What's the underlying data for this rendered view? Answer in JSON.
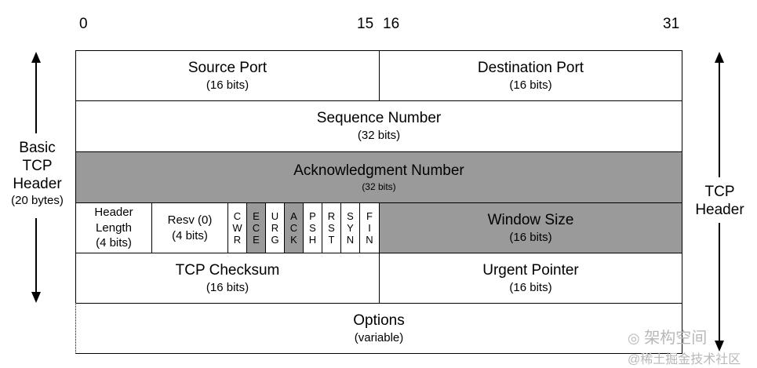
{
  "bit_numbers": {
    "b0": "0",
    "b15": "15",
    "b16": "16",
    "b31": "31"
  },
  "left_label": {
    "line1": "Basic",
    "line2": "TCP",
    "line3": "Header",
    "line4": "(20 bytes)"
  },
  "right_label": {
    "line1": "TCP",
    "line2": "Header"
  },
  "header": {
    "source_port": {
      "name": "Source Port",
      "size": "(16 bits)"
    },
    "destination_port": {
      "name": "Destination Port",
      "size": "(16 bits)"
    },
    "sequence_number": {
      "name": "Sequence Number",
      "size": "(32 bits)"
    },
    "acknowledgment_number": {
      "name": "Acknowledgment Number",
      "size": "(32 bits)"
    },
    "header_length": {
      "line1": "Header",
      "line2": "Length",
      "size": "(4 bits)"
    },
    "reserved": {
      "name": "Resv (0)",
      "size": "(4 bits)"
    },
    "flags": [
      {
        "name": "CWR",
        "chars": [
          "C",
          "W",
          "R"
        ],
        "highlighted": false
      },
      {
        "name": "ECE",
        "chars": [
          "E",
          "C",
          "E"
        ],
        "highlighted": true
      },
      {
        "name": "URG",
        "chars": [
          "U",
          "R",
          "G"
        ],
        "highlighted": false
      },
      {
        "name": "ACK",
        "chars": [
          "A",
          "C",
          "K"
        ],
        "highlighted": true
      },
      {
        "name": "PSH",
        "chars": [
          "P",
          "S",
          "H"
        ],
        "highlighted": false
      },
      {
        "name": "RST",
        "chars": [
          "R",
          "S",
          "T"
        ],
        "highlighted": false
      },
      {
        "name": "SYN",
        "chars": [
          "S",
          "Y",
          "N"
        ],
        "highlighted": false
      },
      {
        "name": "FIN",
        "chars": [
          "F",
          "I",
          "N"
        ],
        "highlighted": false
      }
    ],
    "window_size": {
      "name": "Window Size",
      "size": "(16 bits)"
    },
    "checksum": {
      "name": "TCP Checksum",
      "size": "(16 bits)"
    },
    "urgent_pointer": {
      "name": "Urgent Pointer",
      "size": "(16 bits)"
    },
    "options": {
      "name": "Options",
      "size": "(variable)"
    }
  },
  "colors": {
    "highlight": "#9a9a9a",
    "line": "#000000"
  },
  "watermark": {
    "brand": "架构空间",
    "site": "@稀土掘金技术社区"
  }
}
